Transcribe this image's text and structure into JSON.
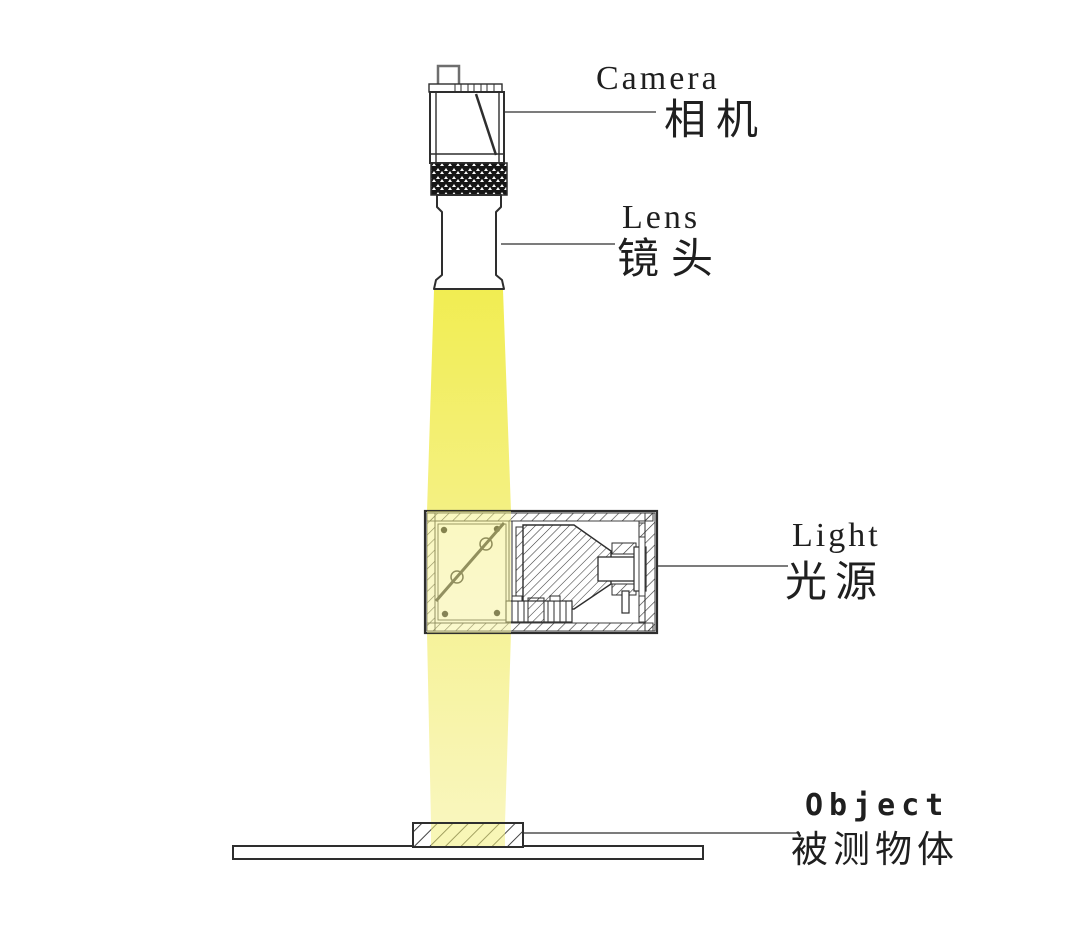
{
  "labels": {
    "camera": {
      "en": "Camera",
      "zh": "相机"
    },
    "lens": {
      "en": "Lens",
      "zh": "镜头"
    },
    "light": {
      "en": "Light",
      "zh": "光源"
    },
    "object": {
      "en": "Object",
      "zh": "被测物体"
    }
  },
  "colors": {
    "line": "#2e2e2e",
    "beam_top": "#f1ed52",
    "beam_mid": "#f5f18c",
    "beam_bottom": "#f9f6bd",
    "beam_on_object": "#f2ee7a",
    "background": "#ffffff"
  }
}
